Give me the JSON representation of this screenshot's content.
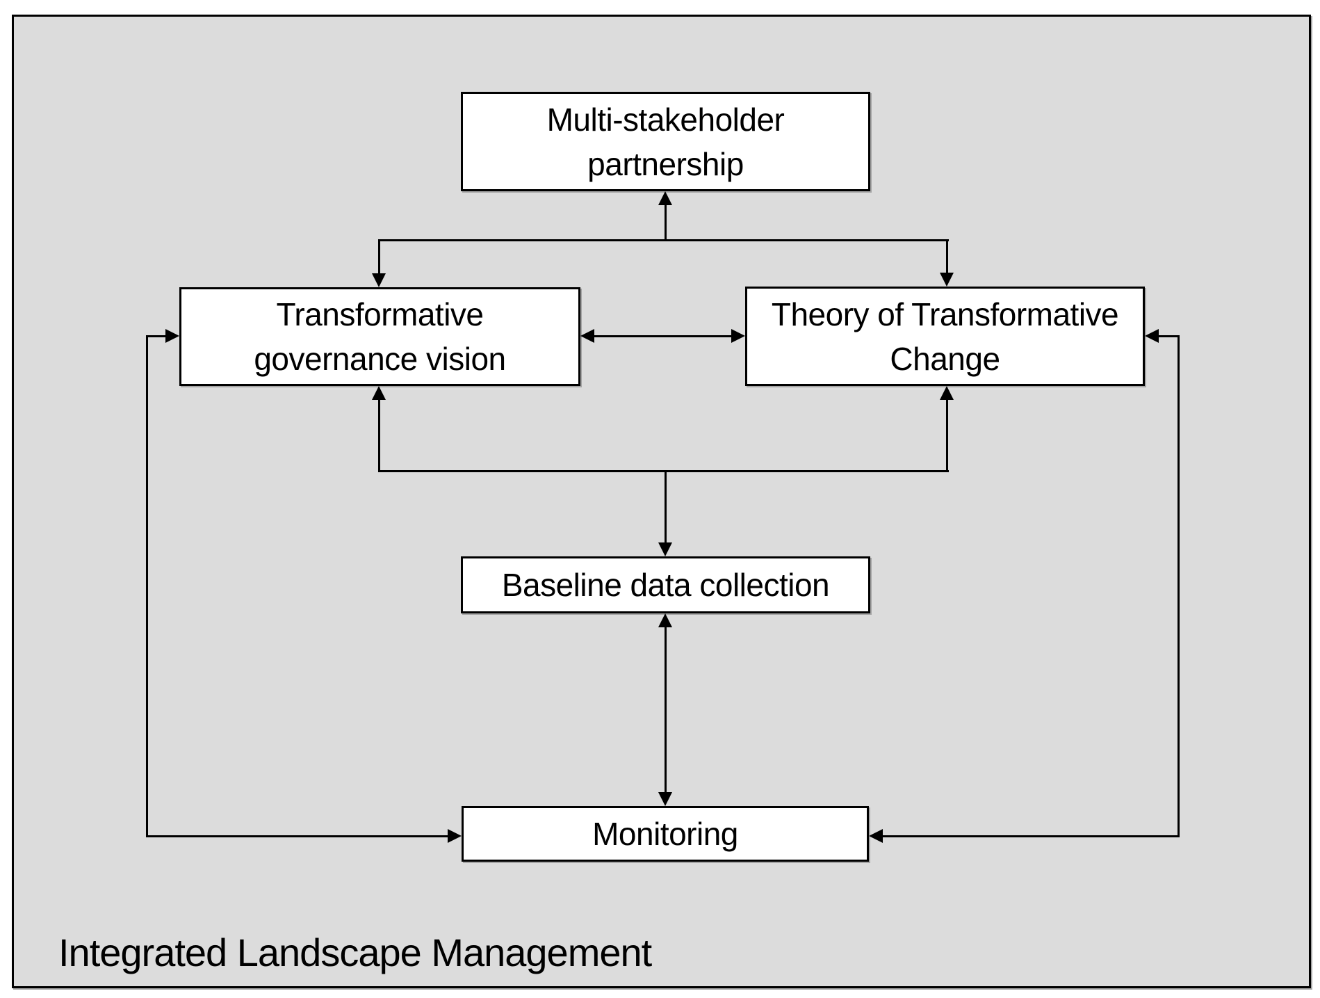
{
  "diagram": {
    "caption": "Integrated Landscape Management",
    "colors": {
      "panel_background": "#dcdcdc",
      "box_fill": "#ffffff",
      "line_and_text": "#000000"
    },
    "nodes": {
      "multi_stakeholder": {
        "line1": "Multi-stakeholder",
        "line2": "partnership"
      },
      "governance": {
        "line1": "Transformative",
        "line2": "governance vision"
      },
      "theory": {
        "line1": "Theory of Transformative",
        "line2": "Change"
      },
      "baseline": {
        "line1": "Baseline data collection"
      },
      "monitoring": {
        "line1": "Monitoring"
      }
    },
    "connectors": [
      {
        "name": "top-fork",
        "links": [
          "multi_stakeholder",
          "governance",
          "theory"
        ],
        "arrowheads": "into-all-linked-boxes"
      },
      {
        "name": "governance-theory",
        "links": [
          "governance",
          "theory"
        ],
        "arrowheads": "both-ends"
      },
      {
        "name": "bottom-fork",
        "links": [
          "governance",
          "theory",
          "baseline"
        ],
        "arrowheads": "into-all-linked-boxes"
      },
      {
        "name": "baseline-monitoring",
        "links": [
          "baseline",
          "monitoring"
        ],
        "arrowheads": "both-ends"
      },
      {
        "name": "left-side-loop",
        "links": [
          "governance",
          "monitoring"
        ],
        "arrowheads": "both-ends"
      },
      {
        "name": "right-side-loop",
        "links": [
          "theory",
          "monitoring"
        ],
        "arrowheads": "both-ends"
      }
    ]
  }
}
